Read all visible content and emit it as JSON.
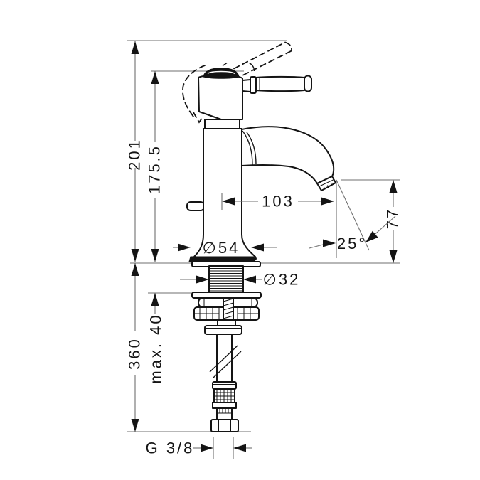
{
  "dims": {
    "total_height": "201",
    "body_height": "175.5",
    "spout_reach": "103",
    "outlet_height": "77",
    "outlet_angle": "25°",
    "base_diameter": "∅54",
    "shank_diameter": "∅32",
    "hose_length": "360",
    "max_counter_thickness": "max. 40",
    "thread_size": "G 3/8"
  },
  "colors": {
    "object_line": "#141414",
    "dimension_line": "#6f6f6f",
    "background": "#ffffff"
  }
}
